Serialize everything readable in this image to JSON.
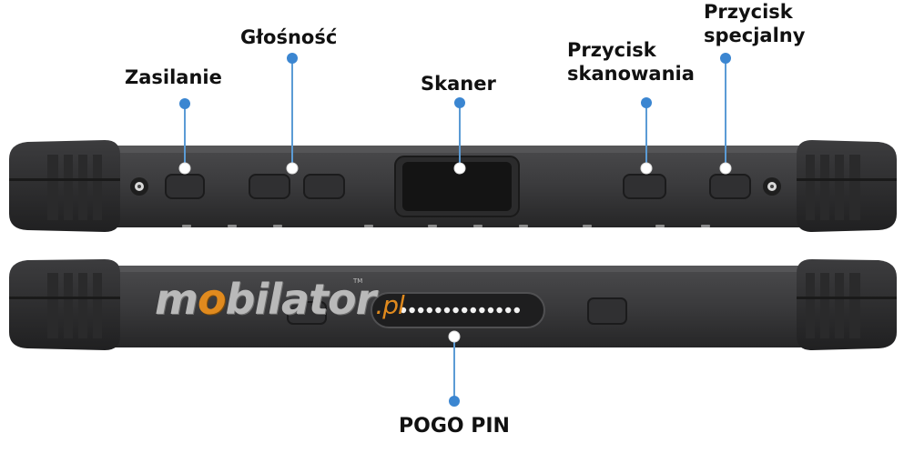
{
  "labels": {
    "power": "Zasilanie",
    "volume": "Głośność",
    "scanner": "Skaner",
    "scan_button_line1": "Przycisk",
    "scan_button_line2": "skanowania",
    "special_button_line1": "Przycisk",
    "special_button_line2": "specjalny",
    "pogo_pin": "POGO PIN"
  },
  "watermark": {
    "brand_m": "m",
    "brand_o": "o",
    "brand_rest": "bilator",
    "brand_suffix": ".pl",
    "trademark": "TM"
  },
  "colors": {
    "device_body": "#3a3a3c",
    "device_edge": "#1e1e1f",
    "callout_line": "#5b9bd5",
    "callout_dot": "#3b86d1",
    "brand_accent": "#e08a1e"
  },
  "pogo_pin_count": 14
}
